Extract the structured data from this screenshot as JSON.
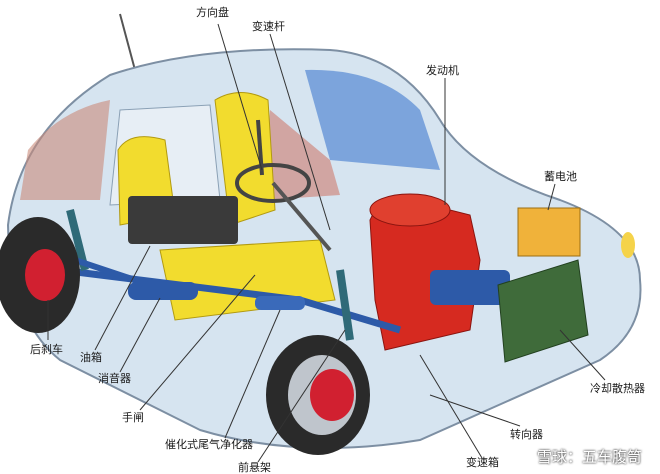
{
  "labels": {
    "steering_wheel": "方向盘",
    "gear_lever": "变速杆",
    "engine": "发动机",
    "battery": "蓄电池",
    "rear_brake": "后刹车",
    "fuel_tank": "油箱",
    "muffler": "消音器",
    "handbrake": "手闸",
    "catalytic_converter": "催化式尾气净化器",
    "front_suspension": "前悬架",
    "steering_gear": "转向器",
    "gearbox": "变速箱",
    "radiator": "冷却散热器"
  },
  "watermark": "雪球：五车腹笥",
  "colors": {
    "body": "#d6e4f0",
    "seat": "#f2dc2e",
    "engine": "#d62a20",
    "battery": "#f0b23a",
    "radiator": "#3f6b3a",
    "exhaust": "#2d5aa8",
    "wheel": "#2a2a2a",
    "brake": "#d12030"
  }
}
